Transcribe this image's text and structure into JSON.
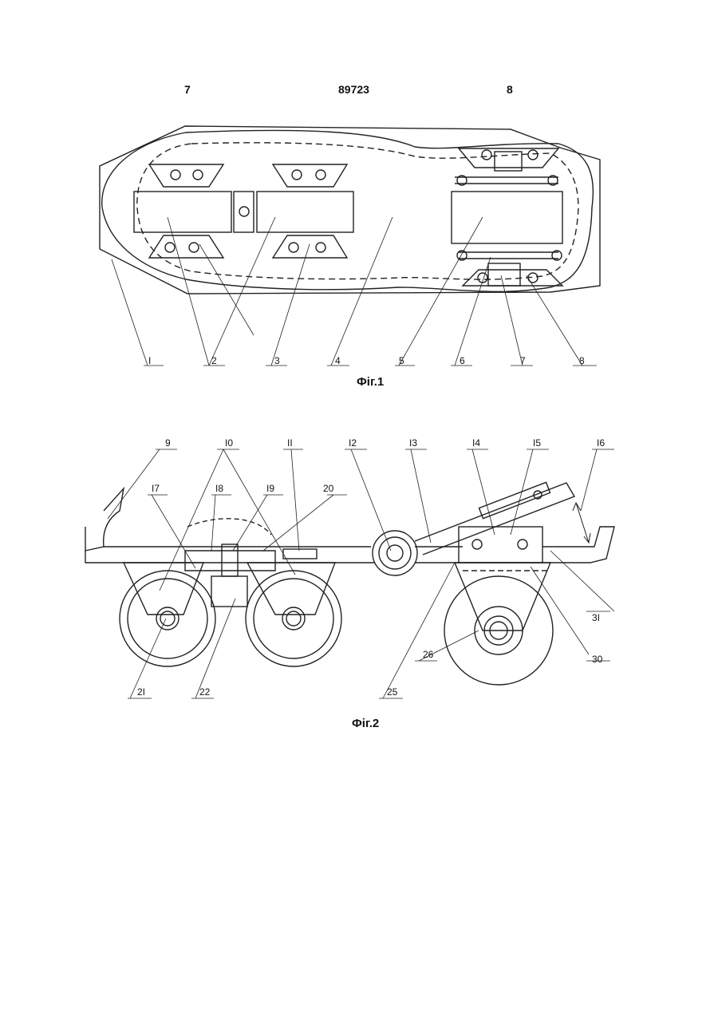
{
  "header": {
    "left_page": "7",
    "patent_number": "89723",
    "right_page": "8"
  },
  "fig1": {
    "caption": "Фіг.1",
    "labels": [
      "I",
      "2",
      "3",
      "4",
      "5",
      "6",
      "7",
      "8"
    ]
  },
  "fig2": {
    "caption": "Фіг.2",
    "labels": [
      "9",
      "I0",
      "II",
      "I2",
      "I3",
      "I4",
      "I5",
      "I6",
      "I7",
      "I8",
      "I9",
      "20",
      "2I",
      "22",
      "25",
      "26",
      "30",
      "3I"
    ]
  }
}
